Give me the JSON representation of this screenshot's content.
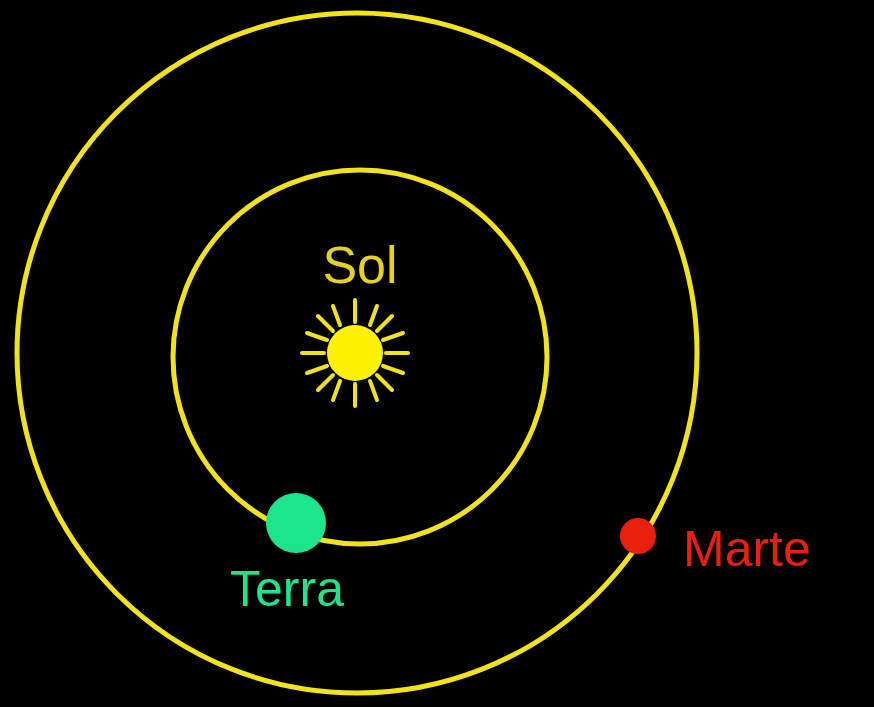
{
  "diagram": {
    "labels": [
      "Sol",
      "Terra",
      "Marte"
    ]
  }
}
